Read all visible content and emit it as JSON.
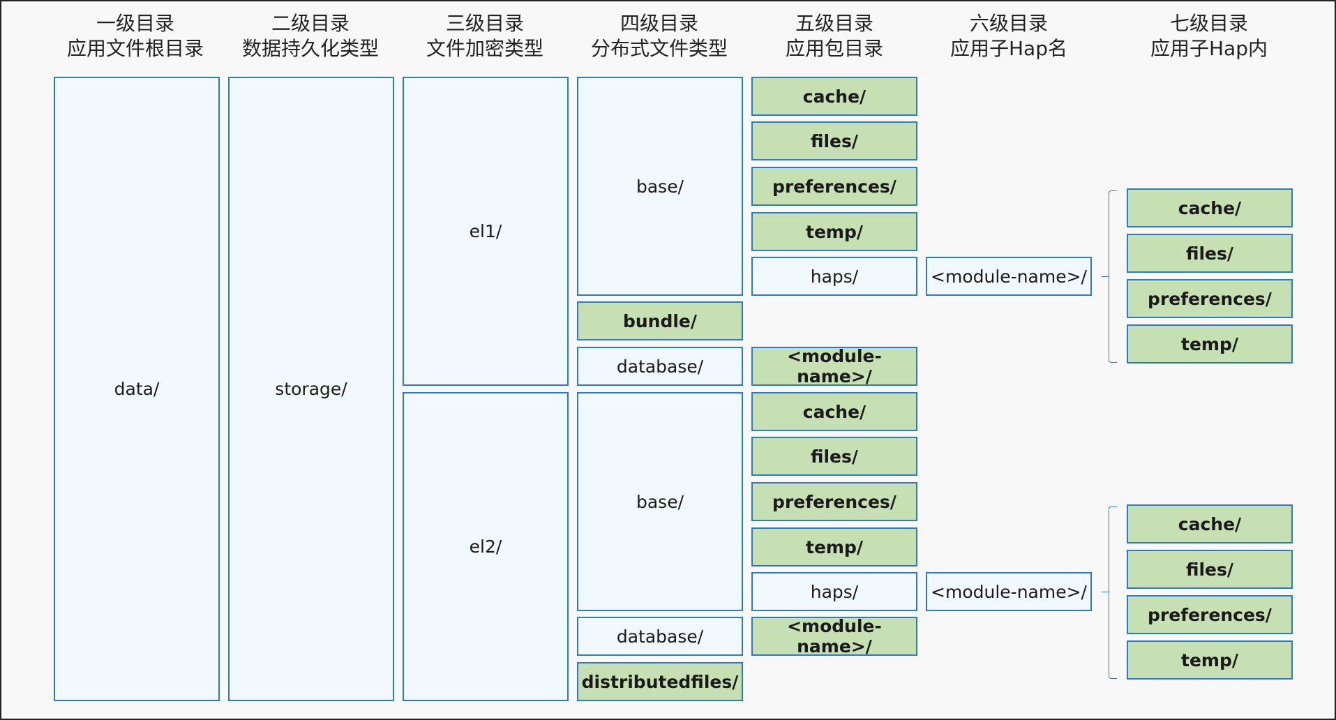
{
  "headers": [
    {
      "line1": "一级目录",
      "line2": "应用文件根目录"
    },
    {
      "line1": "二级目录",
      "line2": "数据持久化类型"
    },
    {
      "line1": "三级目录",
      "line2": "文件加密类型"
    },
    {
      "line1": "四级目录",
      "line2": "分布式文件类型"
    },
    {
      "line1": "五级目录",
      "line2": "应用包目录"
    },
    {
      "line1": "六级目录",
      "line2": "应用子Hap名"
    },
    {
      "line1": "七级目录",
      "line2": "应用子Hap内"
    }
  ],
  "level1": {
    "data": "data/"
  },
  "level2": {
    "storage": "storage/"
  },
  "level3": {
    "el1": "el1/",
    "el2": "el2/"
  },
  "level4": {
    "el1_base": "base/",
    "el1_bundle": "bundle/",
    "el1_database": "database/",
    "el2_base": "base/",
    "el2_database": "database/",
    "el2_distributedfiles": "distributedfiles/"
  },
  "level5": {
    "el1_base_items": [
      "cache/",
      "files/",
      "preferences/",
      "temp/"
    ],
    "el1_haps": "haps/",
    "el1_db_module": "<module-\nname>/",
    "el2_base_items": [
      "cache/",
      "files/",
      "preferences/",
      "temp/"
    ],
    "el2_haps": "haps/",
    "el2_db_module": "<module-\nname>/"
  },
  "level6": {
    "el1_module": "<module-name>/",
    "el2_module": "<module-name>/"
  },
  "level7": {
    "el1_items": [
      "cache/",
      "files/",
      "preferences/",
      "temp/"
    ],
    "el2_items": [
      "cache/",
      "files/",
      "preferences/",
      "temp/"
    ]
  }
}
